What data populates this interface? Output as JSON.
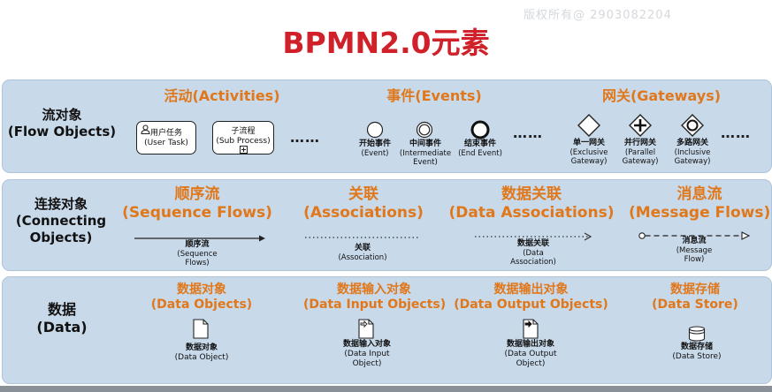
{
  "watermark": "版权所有@ 2903082204",
  "title": "BPMN2.0元素",
  "sections": {
    "flow_objects": {
      "label_cn": "流对象",
      "label_en": "(Flow Objects)",
      "activities": {
        "heading": "活动(Activities)",
        "user_task": {
          "cn": "用户任务",
          "en": "(User Task)"
        },
        "sub_process": {
          "cn": "子流程",
          "en": "(Sub Process)"
        },
        "ellipsis": "……"
      },
      "events": {
        "heading": "事件(Events)",
        "start": {
          "cn": "开始事件",
          "en": "(Event)"
        },
        "intermediate": {
          "cn": "中间事件",
          "en1": "(Intermediate",
          "en2": "Event)"
        },
        "end": {
          "cn": "结束事件",
          "en": "(End Event)"
        },
        "ellipsis": "……"
      },
      "gateways": {
        "heading": "网关(Gateways)",
        "exclusive": {
          "cn": "单一网关",
          "en1": "(Exclusive",
          "en2": "Gateway)"
        },
        "parallel": {
          "cn": "并行网关",
          "en1": "(Parallel",
          "en2": "Gateway)"
        },
        "inclusive": {
          "cn": "多路网关",
          "en1": "(Inclusive",
          "en2": "Gateway)"
        },
        "ellipsis": "……"
      }
    },
    "connecting_objects": {
      "label_cn": "连接对象",
      "label_en1": "(Connecting",
      "label_en2": "Objects)",
      "sequence": {
        "heading_cn": "顺序流",
        "heading_en": "(Sequence Flows)",
        "cn": "顺序流",
        "en1": "(Sequence",
        "en2": "Flows)"
      },
      "association": {
        "heading_cn": "关联",
        "heading_en": "(Associations)",
        "cn": "关联",
        "en": "(Association)"
      },
      "data_association": {
        "heading_cn": "数据关联",
        "heading_en": "(Data Associations)",
        "cn": "数据关联",
        "en1": "(Data",
        "en2": "Association)"
      },
      "message": {
        "heading_cn": "消息流",
        "heading_en": "(Message Flows)",
        "cn": "消息流",
        "en1": "(Message",
        "en2": "Flow)"
      }
    },
    "data": {
      "label_cn": "数据",
      "label_en": "(Data)",
      "data_object": {
        "heading_cn": "数据对象",
        "heading_en": "(Data Objects)",
        "cn": "数据对象",
        "en": "(Data Object)"
      },
      "data_input": {
        "heading_cn": "数据输入对象",
        "heading_en": "(Data Input Objects)",
        "cn": "数据输入对象",
        "en1": "(Data Input",
        "en2": "Object)"
      },
      "data_output": {
        "heading_cn": "数据输出对象",
        "heading_en": "(Data Output Objects)",
        "cn": "数据输出对象",
        "en1": "(Data Output",
        "en2": "Object)"
      },
      "data_store": {
        "heading_cn": "数据存储",
        "heading_en": "(Data Store)",
        "cn": "数据存储",
        "en": "(Data Store)"
      }
    }
  },
  "colors": {
    "title": "#d0202a",
    "heading": "#e0781b",
    "panel": "#c8d9ea"
  },
  "icons": [
    "user-icon",
    "subprocess-plus-icon",
    "start-event-icon",
    "intermediate-event-icon",
    "end-event-icon",
    "exclusive-gateway-icon",
    "parallel-gateway-icon",
    "inclusive-gateway-icon",
    "sequence-flow-icon",
    "association-icon",
    "data-association-icon",
    "message-flow-icon",
    "data-object-icon",
    "data-input-icon",
    "data-output-icon",
    "data-store-icon"
  ]
}
